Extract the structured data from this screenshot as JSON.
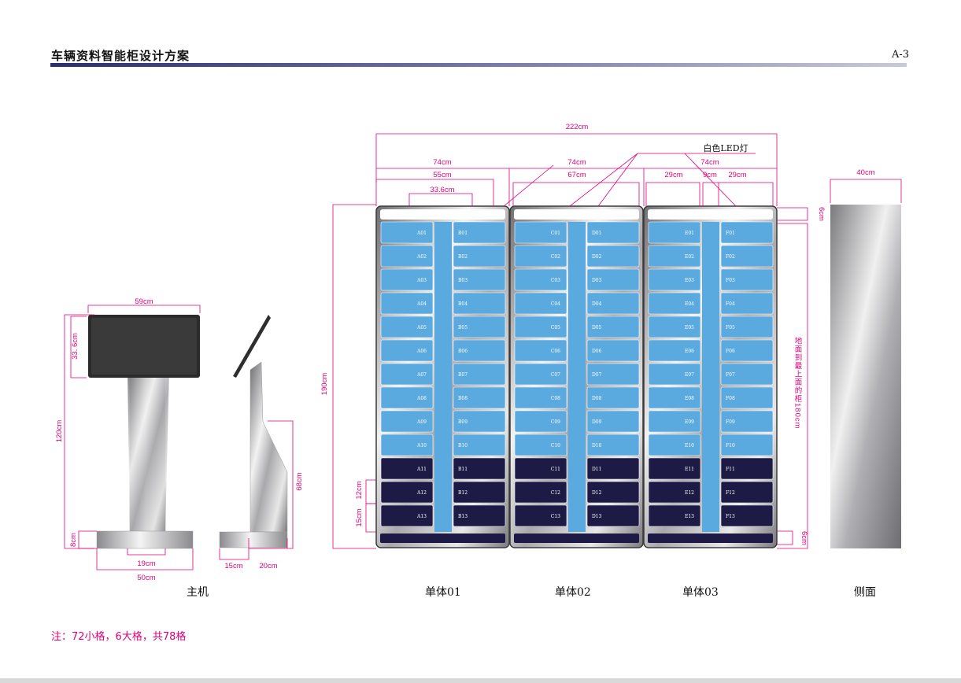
{
  "header": {
    "title": "车辆资料智能柜设计方案",
    "page": "A-3"
  },
  "note": "注：72小格，6大格，共78格",
  "captions": {
    "host": "主机",
    "unit1": "单体01",
    "unit2": "单体02",
    "unit3": "单体03",
    "side": "侧面"
  },
  "host_dims": {
    "screen_width": "59cm",
    "screen_height": "33. 6cm",
    "total_height": "120cm",
    "base_height": "8cm",
    "neck_width": "19cm",
    "base_width": "50cm",
    "side_depth_a": "15cm",
    "side_depth_b": "20cm",
    "side_height": "68cm"
  },
  "cabinet_dims": {
    "total_width": "222cm",
    "unit_width": "74cm",
    "inner_a": "55cm",
    "inner_b": "33.6cm",
    "inner_c": "67cm",
    "inner_d": "29cm",
    "inner_e": "9cm",
    "height": "190cm",
    "top_gap": "6cm",
    "bottom_gap": "6cm",
    "small_cell": "12cm",
    "large_cell": "15cm",
    "floor_to_top": "地面到最上面的柜180cm",
    "led_label": "白色LED灯",
    "side_depth": "40cm"
  },
  "cabinet_columns": [
    "A",
    "B",
    "C",
    "D",
    "E",
    "F"
  ],
  "cells_per_column": 13,
  "colors": {
    "accent": "#e0007a",
    "small_cell": "#5aa9df",
    "large_cell": "#1d1b45",
    "frame": "#3a3a3a"
  }
}
